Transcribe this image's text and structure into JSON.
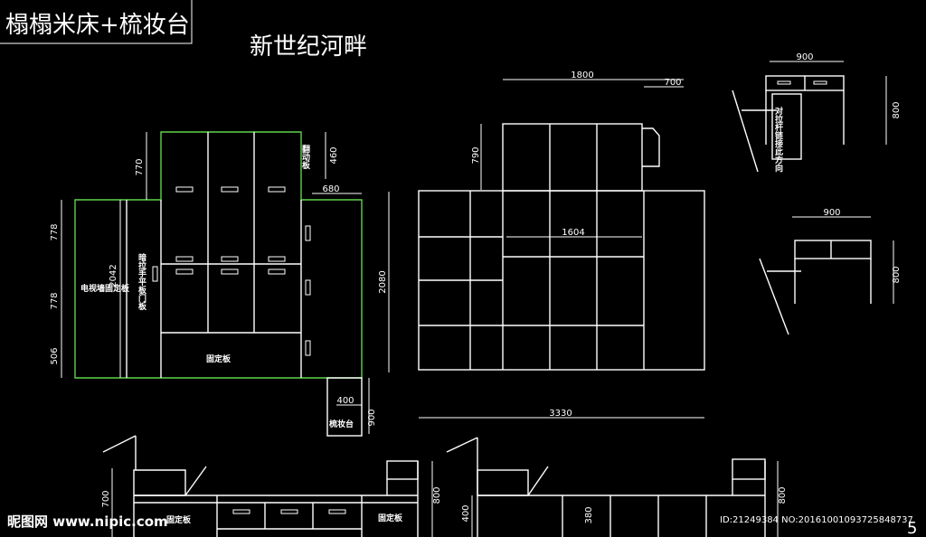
{
  "title": "榻榻米床+梳妆台",
  "subtitle": "新世纪河畔",
  "page_number": "5",
  "watermark": {
    "site": "昵图网 www.nipic.com",
    "id": "ID:21249384 NO:20161001093725848737"
  },
  "plan": {
    "dims": {
      "d770": "770",
      "d460": "460",
      "d680": "680",
      "d778a": "778",
      "d778b": "778",
      "d506": "506",
      "d2042": "2042",
      "d2080": "2080",
      "d400": "400",
      "d900": "900"
    },
    "labels": {
      "top_side": "翻动板",
      "tv_fixed": "电视墙固定板",
      "hidden_door": "暗拉手平板门板",
      "fixed_plate": "固定板",
      "vanity": "梳妆台"
    }
  },
  "elevation": {
    "dims": {
      "w1800": "1800",
      "w700": "700",
      "h790": "790",
      "w1604": "1604",
      "w3330": "3330"
    }
  },
  "desk_top": {
    "dims": {
      "w900": "900",
      "h800": "800"
    },
    "note": "对拉杆链接此方向"
  },
  "desk_side": {
    "dims": {
      "w900": "900",
      "h800": "800"
    }
  },
  "bottom_left": {
    "dims": {
      "h700": "700",
      "h800": "800"
    },
    "labels": {
      "fixed_a": "固定板",
      "fixed_b": "固定板"
    }
  },
  "bottom_right": {
    "dims": {
      "h400": "400",
      "h380": "380",
      "h800": "800"
    }
  }
}
